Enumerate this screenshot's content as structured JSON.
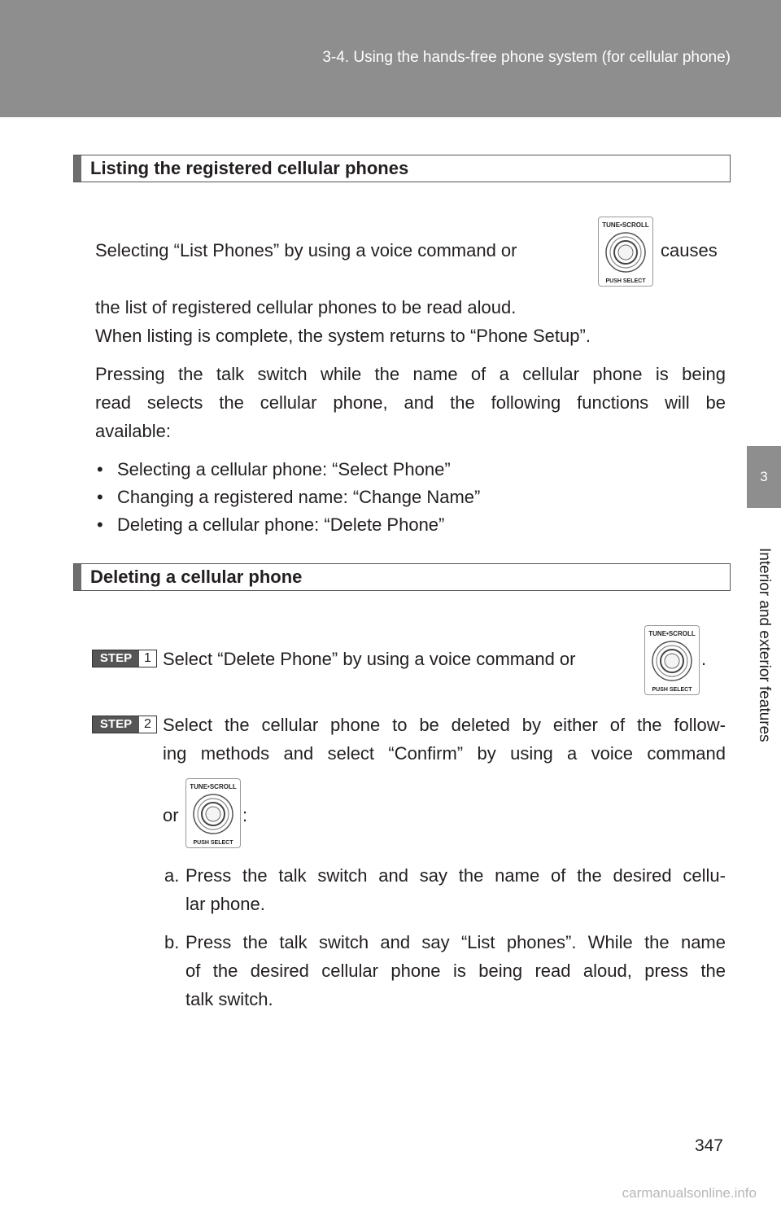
{
  "header": {
    "title": "3-4. Using the hands-free phone system (for cellular phone)"
  },
  "side": {
    "chapter_number": "3",
    "chapter_label": "Interior and exterior features"
  },
  "knob": {
    "top_text": "TUNE•SCROLL",
    "bottom_text": "PUSH SELECT",
    "icon": "tune-scroll-push-select-knob-icon"
  },
  "section1": {
    "heading": "Listing the registered cellular phones",
    "line1_before": "Selecting “List Phones” by using a voice command or",
    "line1_after": "causes",
    "line2": "the list of registered cellular phones to be read aloud.",
    "line3": "When listing is complete, the system returns to “Phone Setup”.",
    "para2": [
      "Pressing the talk switch while the name of a cellular phone is being",
      "read selects the cellular phone, and the following functions will be",
      "available:"
    ],
    "bullets": [
      "Selecting a cellular phone: “Select Phone”",
      "Changing a registered name: “Change Name”",
      "Deleting a cellular phone: “Delete Phone”"
    ],
    "bullet_char": "•"
  },
  "section2": {
    "heading": "Deleting a cellular phone",
    "step_label": "STEP",
    "step1": {
      "number": "1",
      "text_before": "Select “Delete Phone” by using a voice command or",
      "text_after": "."
    },
    "step2": {
      "number": "2",
      "line1": "Select the cellular phone to be deleted by either of the follow-",
      "line2": "ing methods and select “Confirm” by using a voice command",
      "line3_before": "or",
      "line3_after": ":",
      "item_a": {
        "marker": "a.",
        "line1": "Press the talk switch and say the name of the desired cellu-",
        "line2": "lar phone."
      },
      "item_b": {
        "marker": "b.",
        "line1": "Press the talk switch and say “List phones”. While the name",
        "line2": "of the desired cellular phone is being read aloud, press the",
        "line3": "talk switch."
      }
    }
  },
  "footer": {
    "page_number": "347",
    "watermark": "carmanualsonline.info"
  }
}
